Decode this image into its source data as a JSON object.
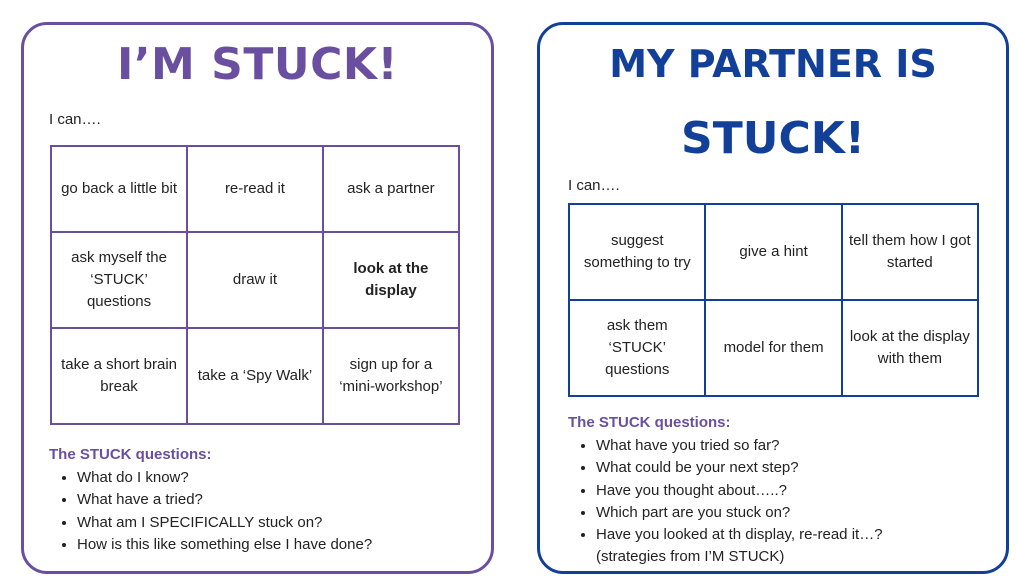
{
  "left": {
    "title": "I’M STUCK!",
    "intro": "I can….",
    "grid": [
      [
        "go back a little bit",
        "re-read it",
        "ask a partner"
      ],
      [
        "ask myself the ‘STUCK’ questions",
        "draw it",
        "look at the display"
      ],
      [
        "take a short brain break",
        "take a ‘Spy Walk’",
        "sign up for a ‘mini-workshop’"
      ]
    ],
    "questions_heading": "The STUCK questions:",
    "questions": [
      "What do I know?",
      "What have a tried?",
      "What am I SPECIFICALLY stuck on?",
      "How is this like something else I have done?"
    ]
  },
  "right": {
    "title_line1": "MY PARTNER IS",
    "title_line2": "STUCK!",
    "intro": "I can….",
    "grid": [
      [
        "suggest something to try",
        "give a hint",
        "tell them how I got started"
      ],
      [
        "ask  them ‘STUCK’ questions",
        "model for them",
        "look at the display with them"
      ]
    ],
    "questions_heading": "The STUCK questions:",
    "questions": [
      "What have you tried so far?",
      "What could be your next step?",
      "Have you thought about…..?",
      "Which part are you stuck on?",
      "Have you looked at th display, re-read it…?"
    ],
    "questions_note": "(strategies from I’M STUCK)"
  },
  "colors": {
    "left_accent": "#6a4fa0",
    "right_accent": "#123f97"
  }
}
